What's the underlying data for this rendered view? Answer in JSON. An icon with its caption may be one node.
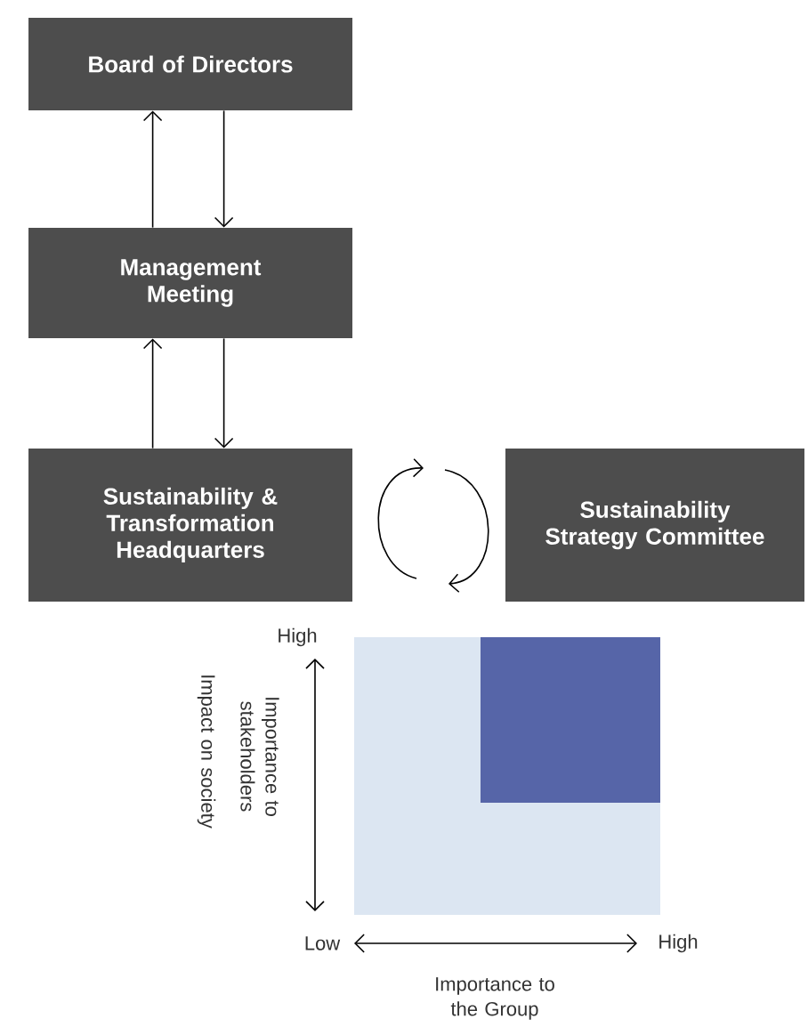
{
  "diagram": {
    "nodes": [
      {
        "text": [
          "Board of Directors"
        ]
      },
      {
        "text": [
          "Management Meeting"
        ]
      },
      {
        "text": [
          "Sustainability & Transformation Headquarters"
        ]
      },
      {
        "text": [
          "Sustainability Strategy Committee"
        ]
      }
    ],
    "edges": [
      {
        "from": 1,
        "to": 0,
        "arrow": "to"
      },
      {
        "from": 0,
        "to": 1,
        "arrow": "to"
      },
      {
        "from": 2,
        "to": 1,
        "arrow": "to"
      },
      {
        "from": 1,
        "to": 2,
        "arrow": "to"
      }
    ],
    "labels": [
      "High",
      "Importance to stakeholders",
      "Impact on society",
      "Low",
      "High",
      "Importance to the Group"
    ]
  }
}
